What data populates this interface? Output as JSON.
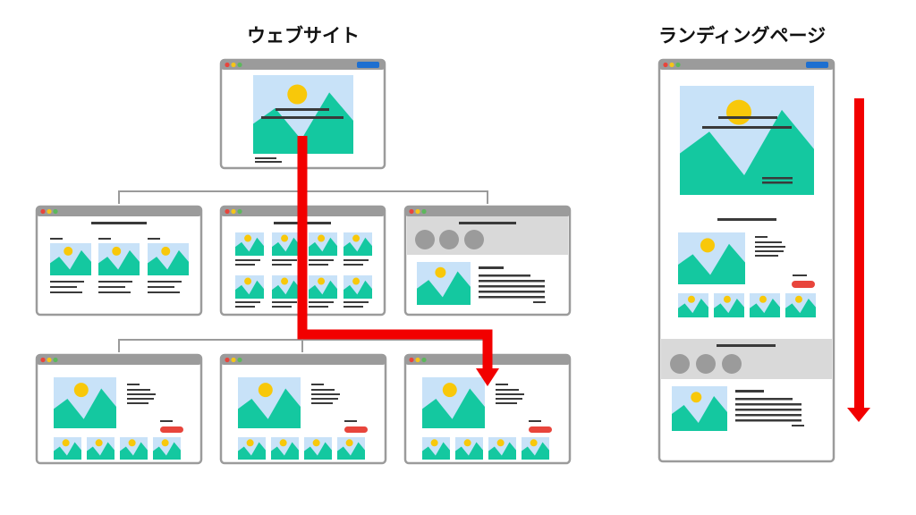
{
  "titles": {
    "website": "ウェブサイト",
    "landing": "ランディングページ"
  },
  "colors": {
    "frame": "#9b9b9b",
    "chrome": "#9b9b9b",
    "dot_red": "#e8453c",
    "dot_yellow": "#f5c518",
    "dot_green": "#5cb85c",
    "header_button": "#1e6fd0",
    "sky": "#c8e2f8",
    "mountain": "#14c8a0",
    "sun": "#f8c80a",
    "text_line": "#3a3a3a",
    "cta_button": "#e8453c",
    "banner_gray": "#d9d9d9",
    "circle_gray": "#9b9b9b",
    "arrow": "#f20000",
    "connector": "#9b9b9b"
  },
  "diagram": {
    "website": {
      "levels": [
        [
          "hero-page"
        ],
        [
          "three-column-page",
          "image-grid-page",
          "banner-detail-page"
        ],
        [
          "product-page",
          "product-page",
          "product-page"
        ]
      ],
      "navigation_path": [
        "hero-page",
        "image-grid-page",
        "product-page-3"
      ]
    },
    "landing_page": {
      "sections": [
        "hero",
        "feature-row",
        "thumbnail-row",
        "circle-banner",
        "detail-block"
      ],
      "flow": "top-to-bottom"
    }
  }
}
